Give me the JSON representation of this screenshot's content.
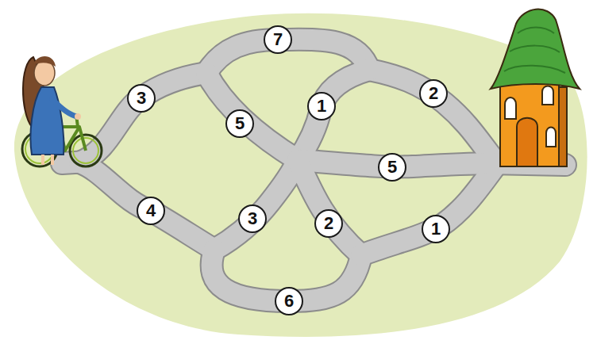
{
  "diagram": {
    "nodes": [
      {
        "text": [
          "7"
        ]
      },
      {
        "text": [
          "3"
        ]
      },
      {
        "text": [
          "5"
        ]
      },
      {
        "text": [
          "1"
        ]
      },
      {
        "text": [
          "2"
        ]
      },
      {
        "text": [
          "5"
        ]
      },
      {
        "text": [
          "4"
        ]
      },
      {
        "text": [
          "3"
        ]
      },
      {
        "text": [
          "2"
        ]
      },
      {
        "text": [
          "1"
        ]
      },
      {
        "text": [
          "6"
        ]
      }
    ]
  }
}
